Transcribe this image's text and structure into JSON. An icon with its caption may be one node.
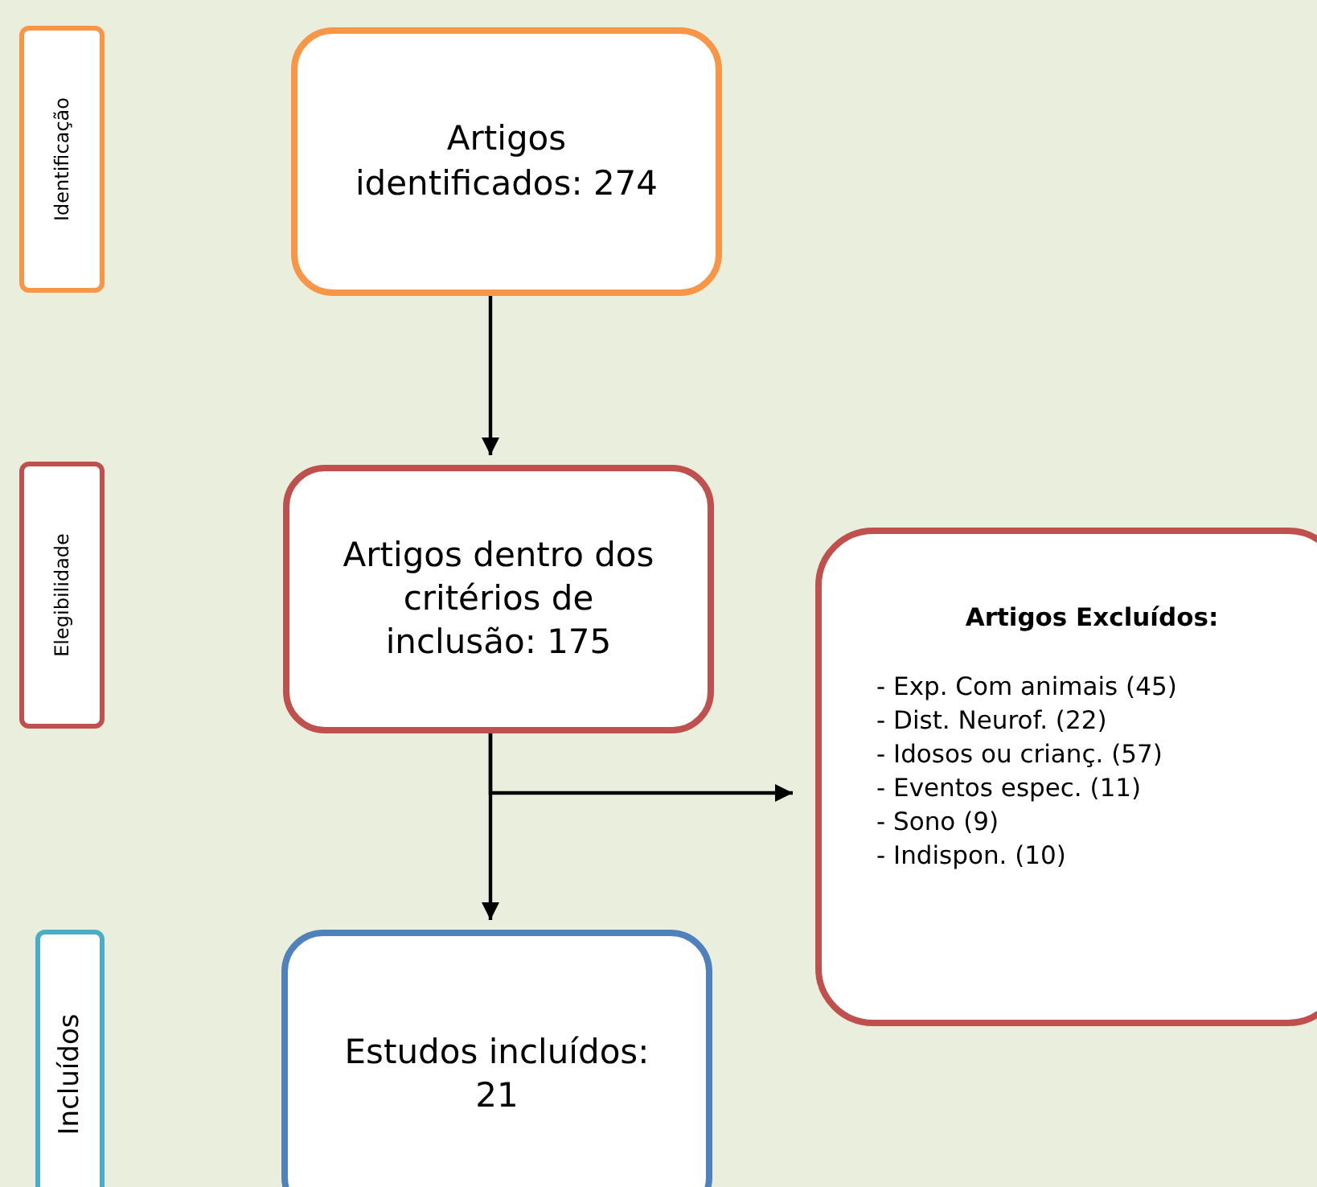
{
  "diagram": {
    "nodes": [
      {
        "text": [
          "Identificação"
        ]
      },
      {
        "text": [
          "Artigos identificados: 274"
        ]
      },
      {
        "text": [
          "Elegibilidade"
        ]
      },
      {
        "text": [
          "Artigos dentro dos critérios de inclusão: 175"
        ]
      },
      {
        "text": [
          "Artigos Excluídos:",
          "- Exp. Com animais (45)",
          "- Dist. Neurof. (22)",
          "- Idosos ou crianç. (57)",
          "- Eventos espec. (11)",
          "- Sono (9)",
          "- Indispon. (10)"
        ]
      },
      {
        "text": [
          "Incluídos"
        ]
      },
      {
        "text": [
          "Estudos incluídos: 21"
        ]
      }
    ],
    "edges": [
      {
        "from": 1,
        "to": 3,
        "arrow": "to"
      },
      {
        "from": 3,
        "to": 6,
        "arrow": "to"
      },
      {
        "from": 3,
        "to": 4,
        "arrow": "to"
      }
    ]
  }
}
